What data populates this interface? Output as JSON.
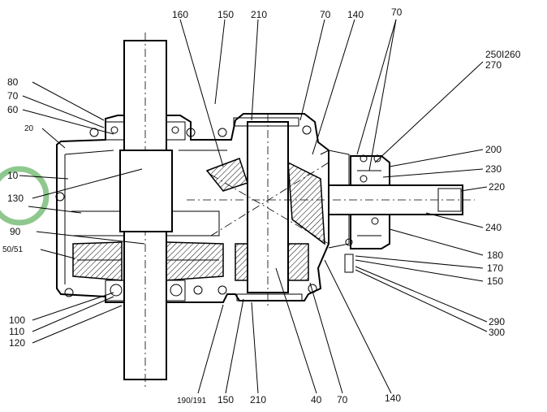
{
  "highlight_color": "#8fc88f",
  "labels": {
    "l160": "160",
    "l150_top": "150",
    "l210_top": "210",
    "l70_top": "70",
    "l140_top": "140",
    "l70_topright": "70",
    "l250_1260": "250I260",
    "l270": "270",
    "l80": "80",
    "l70_left": "70",
    "l60": "60",
    "l20": "20",
    "l10": "10",
    "l130": "130",
    "l200": "200",
    "l230": "230",
    "l220": "220",
    "l240": "240",
    "l90": "90",
    "l50_51": "50/51",
    "l180": "180",
    "l170": "170",
    "l150_right": "150",
    "l290": "290",
    "l300": "300",
    "l100": "100",
    "l110": "110",
    "l120": "120",
    "l190_191": "190/191",
    "l150_bottom": "150",
    "l210_bottom": "210",
    "l40": "40",
    "l70_bottom": "70",
    "l140_bottom": "140"
  }
}
